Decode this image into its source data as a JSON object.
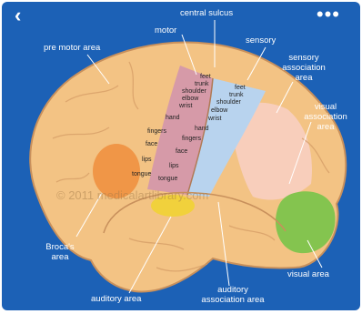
{
  "toolbar": {
    "back_label": "‹",
    "more_label": "•••",
    "back_icon": "chevron-left-icon",
    "more_icon": "more-dots-icon"
  },
  "colors": {
    "background": "#1c61b6",
    "brain": "#f3c384",
    "brain_outline": "#c8905c",
    "motor": "#d69aa8",
    "sensory": "#b8d3ee",
    "sensory_association": "#f8d0c4",
    "visual": "#84c44f",
    "broca": "#ee8e3c",
    "auditory": "#f1d13c",
    "label_text": "#ffffff"
  },
  "labels": {
    "central_sulcus": "central sulcus",
    "motor": "motor",
    "sensory": "sensory",
    "pre_motor": "pre motor area",
    "sensory_assoc": [
      "sensory",
      "association",
      "area"
    ],
    "visual_assoc": [
      "visual",
      "association",
      "area"
    ],
    "broca": [
      "Broca's",
      "area"
    ],
    "auditory": "auditory area",
    "auditory_assoc": [
      "auditory",
      "association area"
    ],
    "visual": "visual area"
  },
  "motor_map": [
    "feet",
    "trunk",
    "shoulder",
    "elbow",
    "wrist",
    "hand",
    "fingers",
    "face",
    "lips",
    "tongue"
  ],
  "sensory_map": [
    "feet",
    "trunk",
    "shoulder",
    "elbow",
    "wrist",
    "hand",
    "fingers",
    "face",
    "lips",
    "tongue"
  ],
  "watermark": "© 2011 medicalartlibrary.com"
}
